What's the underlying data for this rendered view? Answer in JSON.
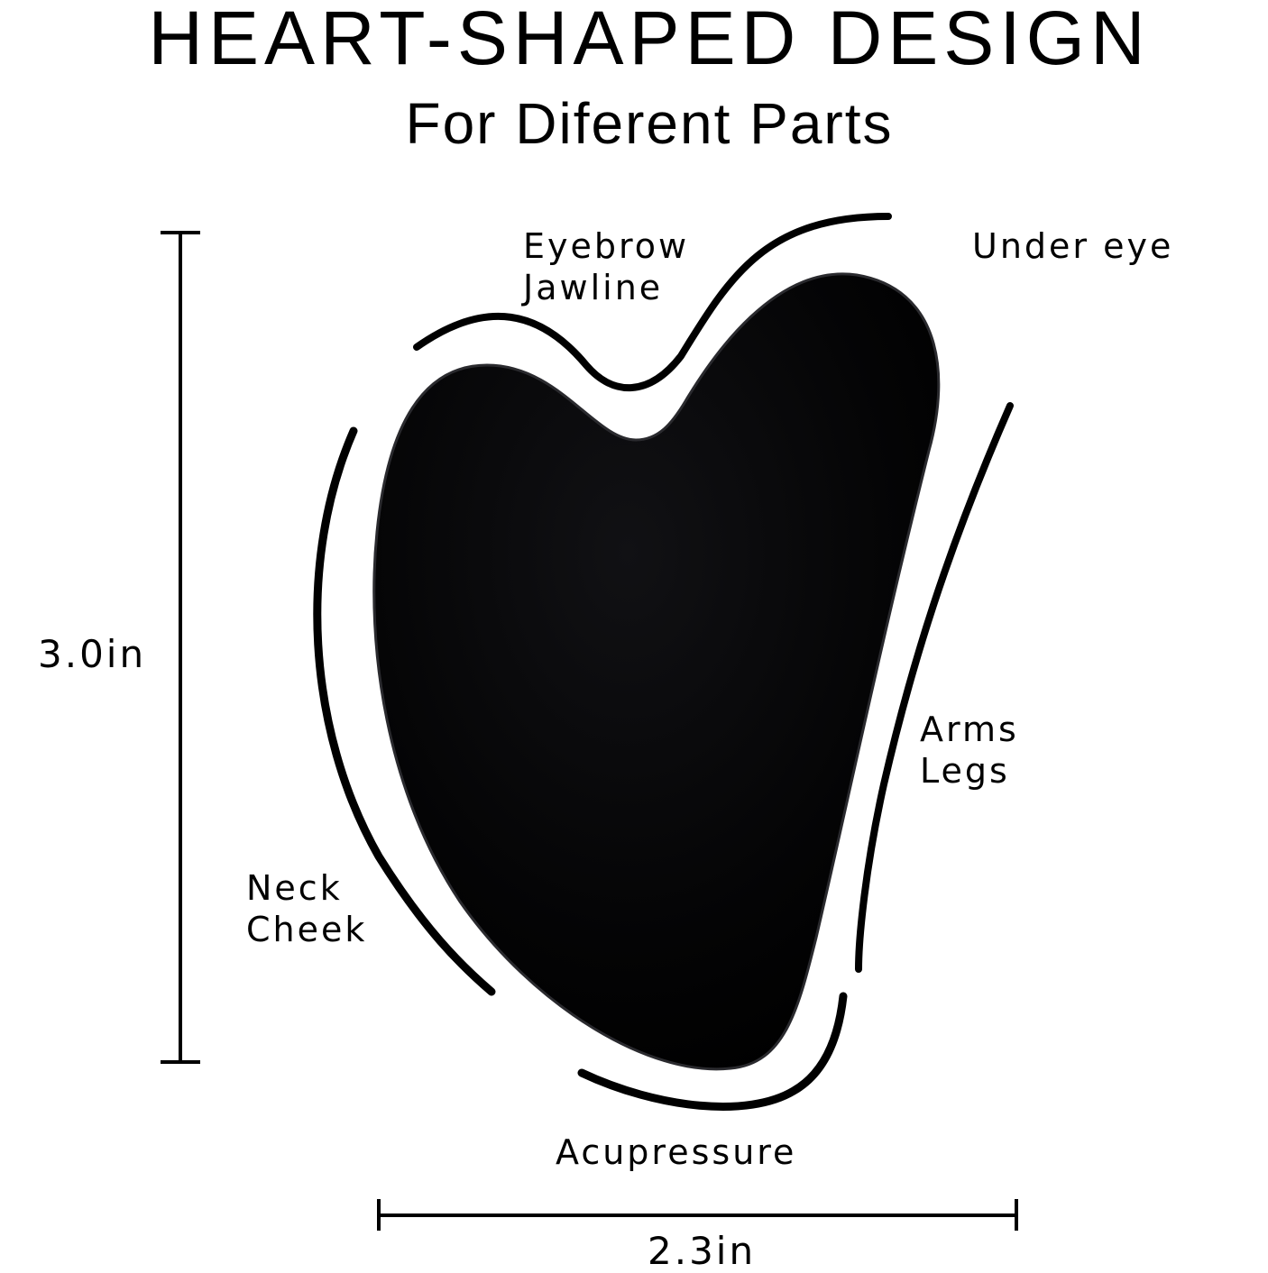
{
  "header": {
    "title": "HEART-SHAPED DESIGN",
    "subtitle": "For Diferent Parts"
  },
  "labels": {
    "top_left": [
      "Eyebrow",
      "Jawline"
    ],
    "top_right": [
      "Under eye"
    ],
    "right": [
      "Arms",
      "Legs"
    ],
    "left": [
      "Neck",
      "Cheek"
    ],
    "bottom": [
      "Acupressure"
    ]
  },
  "dimensions": {
    "height": "3.0in",
    "width": "2.3in"
  },
  "colors": {
    "stone": "#050505",
    "outline": "#000000",
    "background": "#ffffff"
  }
}
